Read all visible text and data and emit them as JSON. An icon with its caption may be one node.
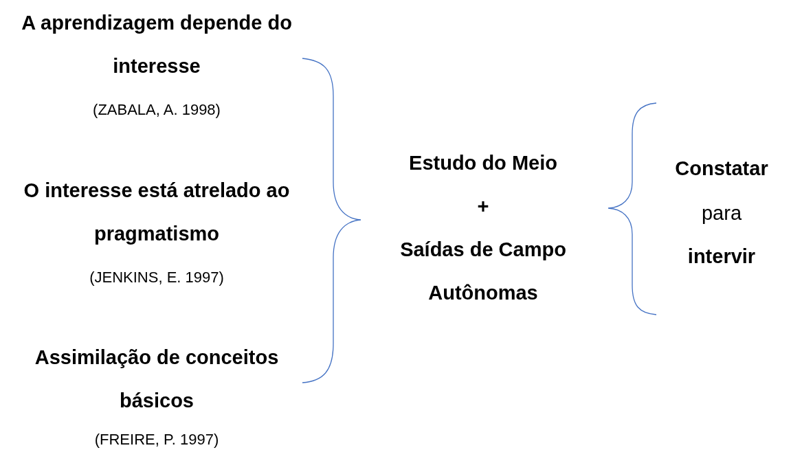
{
  "diagram": {
    "labels": [
      "A aprendizagem depende do interesse",
      "(ZABALA, A. 1998)",
      "O interesse está atrelado ao pragmatismo",
      "(JENKINS, E. 1997)",
      "Assimilação de conceitos básicos",
      "(FREIRE, P. 1997)",
      "Estudo do Meio",
      "+",
      "Saídas de Campo Autônomas",
      "Constatar",
      "para",
      "intervir"
    ]
  }
}
